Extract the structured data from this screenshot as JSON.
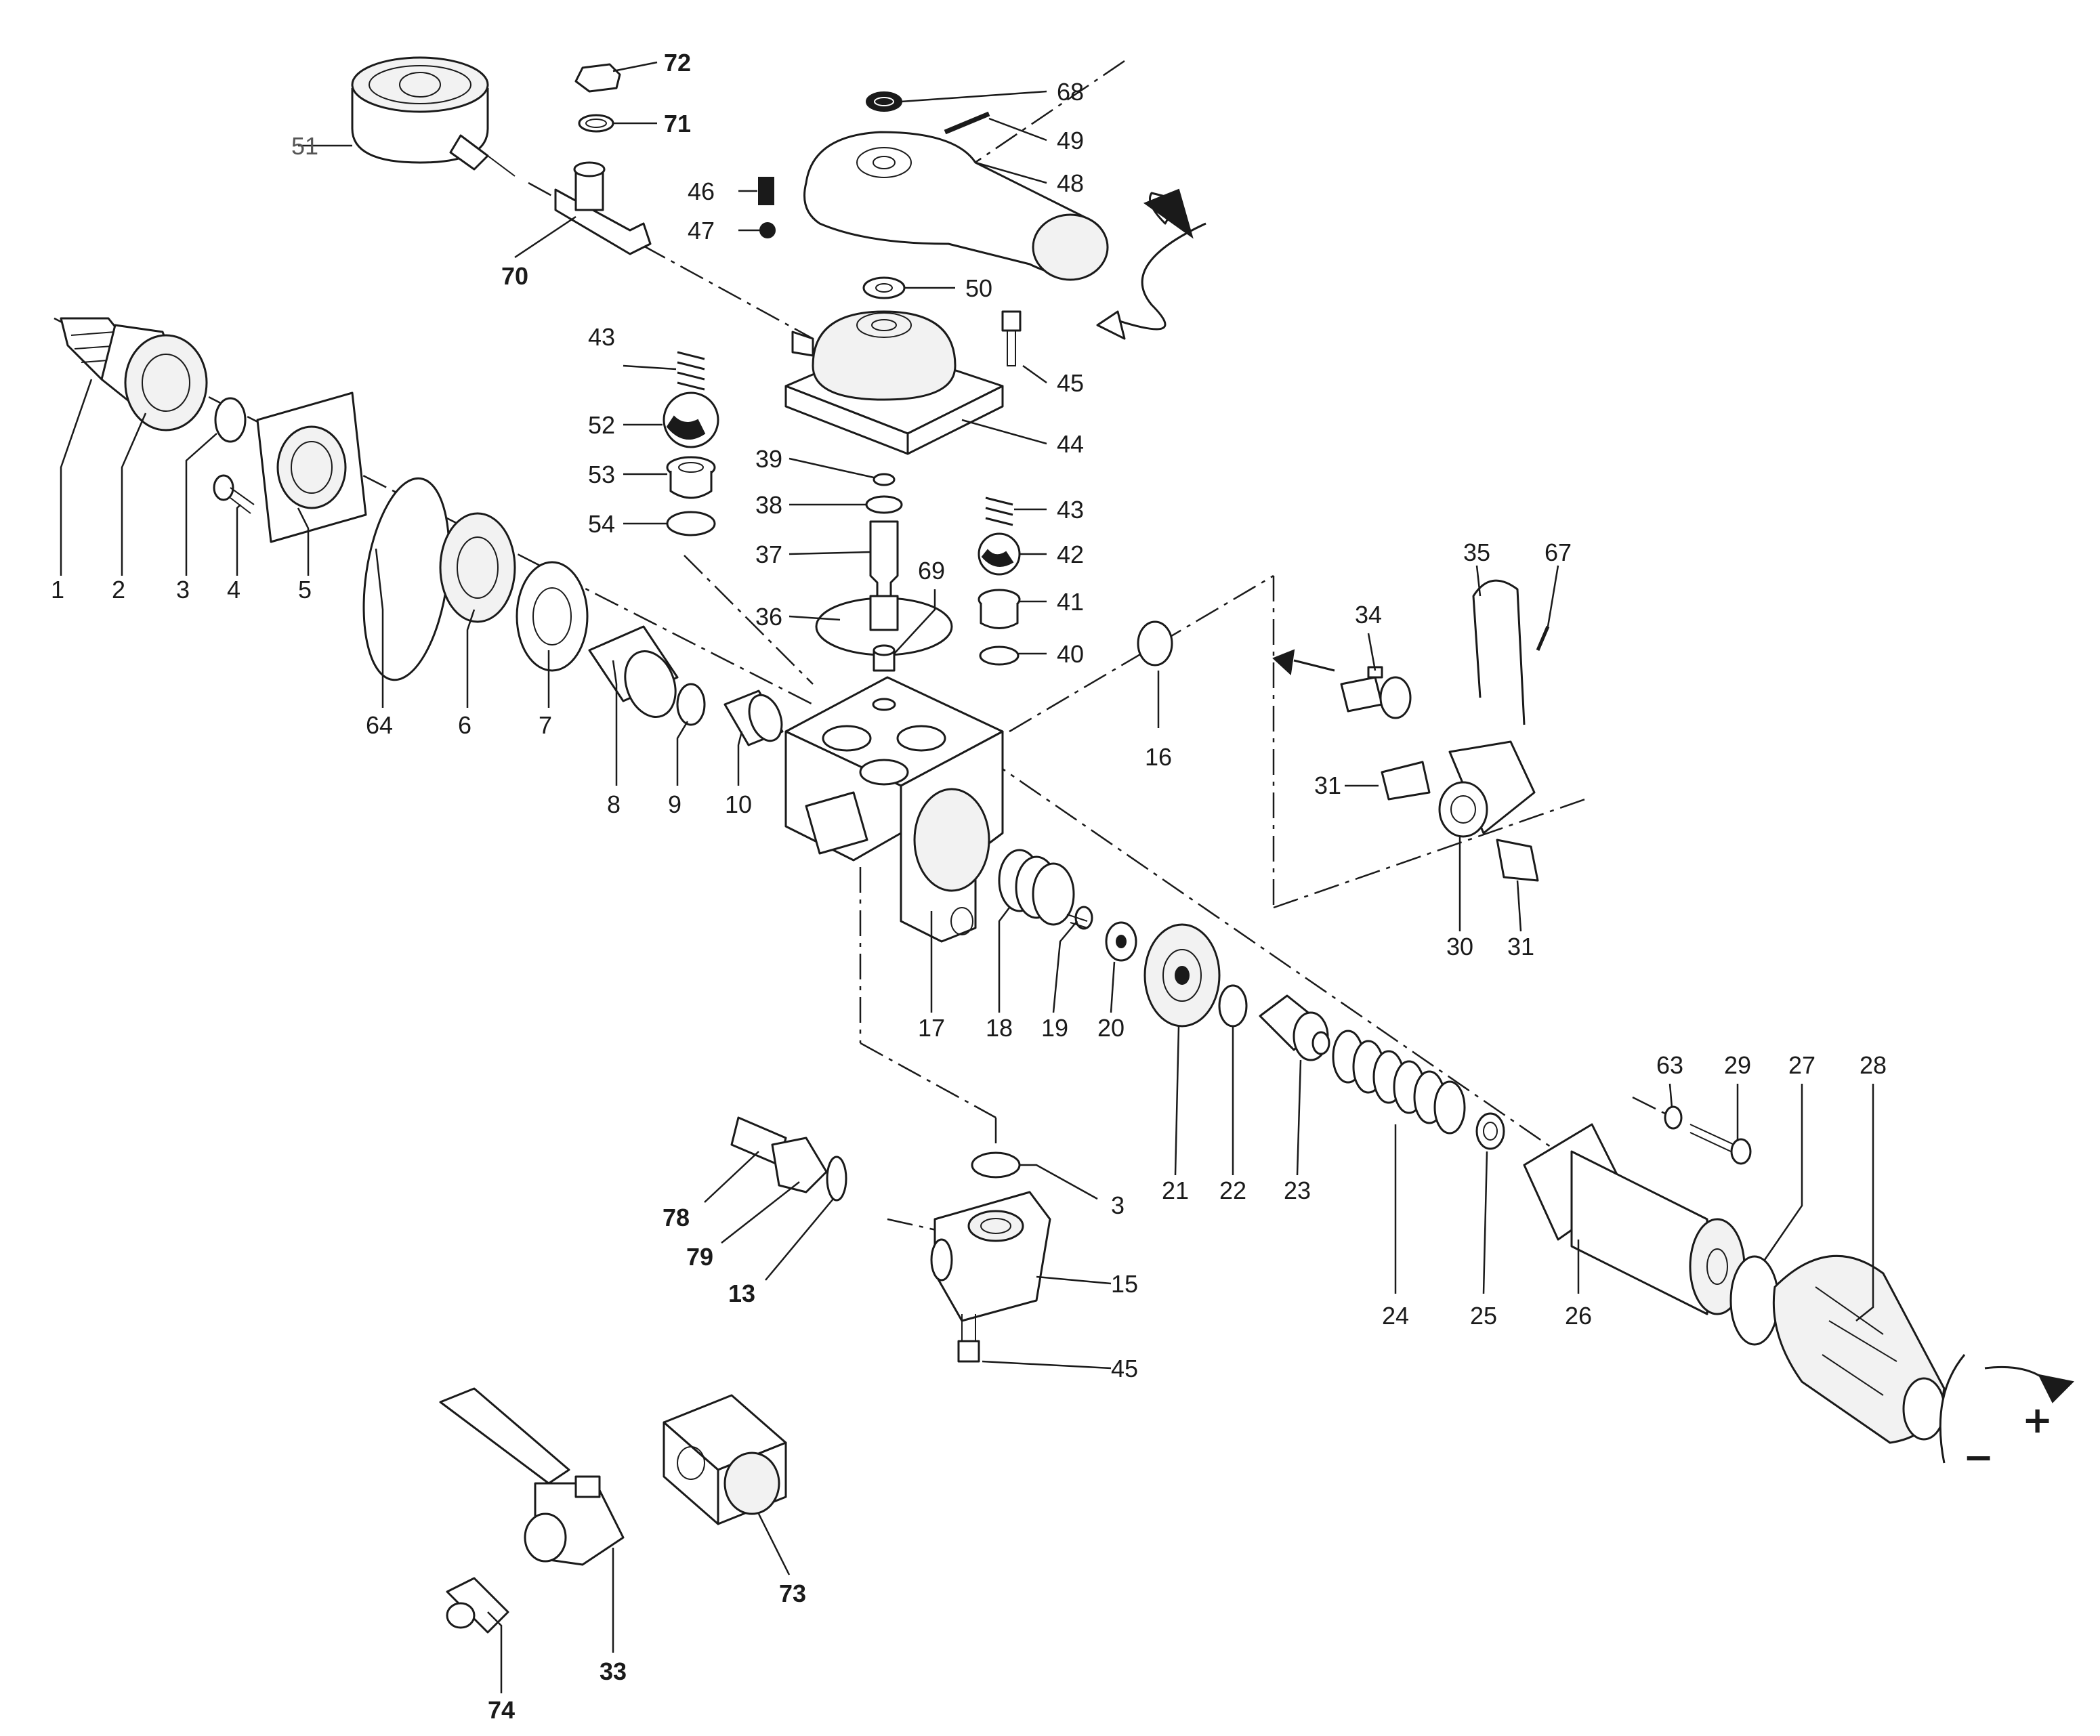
{
  "callouts": {
    "c1": "1",
    "c2": "2",
    "c3": "3",
    "c3b": "3",
    "c4": "4",
    "c5": "5",
    "c6": "6",
    "c7": "7",
    "c8": "8",
    "c9": "9",
    "c10": "10",
    "c13": "13",
    "c15": "15",
    "c16": "16",
    "c17": "17",
    "c18": "18",
    "c19": "19",
    "c20": "20",
    "c21": "21",
    "c22": "22",
    "c23": "23",
    "c24": "24",
    "c25": "25",
    "c26": "26",
    "c27": "27",
    "c28": "28",
    "c29": "29",
    "c30": "30",
    "c31a": "31",
    "c31b": "31",
    "c33": "33",
    "c34": "34",
    "c35": "35",
    "c36": "36",
    "c37": "37",
    "c38": "38",
    "c39": "39",
    "c40": "40",
    "c41": "41",
    "c42": "42",
    "c43a": "43",
    "c43b": "43",
    "c44": "44",
    "c45a": "45",
    "c45b": "45",
    "c46": "46",
    "c47": "47",
    "c48": "48",
    "c49": "49",
    "c50": "50",
    "c51": "51",
    "c52": "52",
    "c53": "53",
    "c54": "54",
    "c63": "63",
    "c64": "64",
    "c67": "67",
    "c68": "68",
    "c69": "69",
    "c70": "70",
    "c71": "71",
    "c72": "72",
    "c73": "73",
    "c74": "74",
    "c78": "78",
    "c79": "79"
  },
  "adjust_symbols": {
    "minus": "−",
    "plus": "+"
  },
  "icons": {
    "rotation_arrow_top": "rotate-lever-arrow-icon",
    "rotation_arrow_bottom": "rotate-knob-arrow-icon",
    "flow_arrow": "flow-direction-arrow-icon"
  }
}
